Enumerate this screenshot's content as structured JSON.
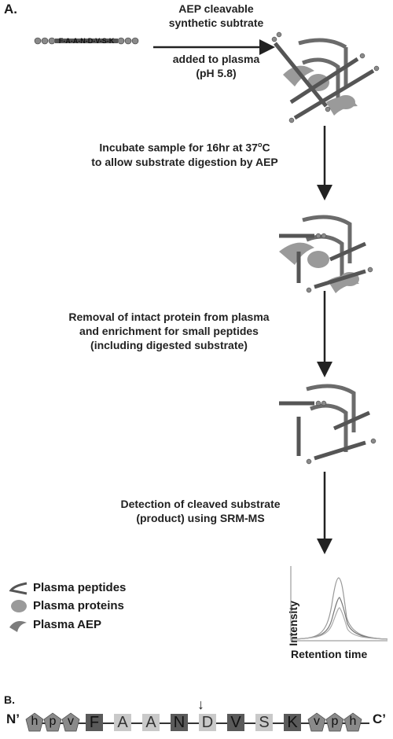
{
  "panels": {
    "a": "A.",
    "b": "B."
  },
  "steps": {
    "substrate_title": "AEP cleavable\nsynthetic subtrate",
    "added": "added to plasma\n(pH 5.8)",
    "incubate_line1": "Incubate sample for 16hr at 37",
    "incubate_sup": "o",
    "incubate_line1_end": "C",
    "incubate_line2": "to allow substrate digestion by AEP",
    "removal": "Removal of intact protein from plasma\nand enrichment for small peptides\n(including digested substrate)",
    "detection": "Detection of cleaved substrate\n(product) using SRM-MS"
  },
  "chart": {
    "ylabel": "Intensity",
    "xlabel": "Retention time"
  },
  "legend": [
    {
      "label": "Plasma peptides",
      "icon": "peptide-icon"
    },
    {
      "label": "Plasma proteins",
      "icon": "protein-icon"
    },
    {
      "label": "Plasma AEP",
      "icon": "aep-icon"
    }
  ],
  "substrate_string": "ɣɣɣF-A-A-N-D-V-S-Kɣɣɣ",
  "sequence": {
    "n_term": "N’",
    "c_term": "C’",
    "lower_left": [
      "h",
      "p",
      "v"
    ],
    "core": [
      "F",
      "A",
      "A",
      "N",
      "D",
      "V",
      "S",
      "K"
    ],
    "lower_right": [
      "v",
      "p",
      "h"
    ],
    "core_shades": [
      "#5a5a5a",
      "#c9c9c9",
      "#c9c9c9",
      "#5a5a5a",
      "#c9c9c9",
      "#5a5a5a",
      "#c9c9c9",
      "#5a5a5a"
    ],
    "cleavage_arrow": "↓"
  },
  "colors": {
    "ink": "#222222",
    "protein": "#9a9a9a",
    "peptide": "#6b6b6b",
    "aep": "#7c7c7c"
  }
}
